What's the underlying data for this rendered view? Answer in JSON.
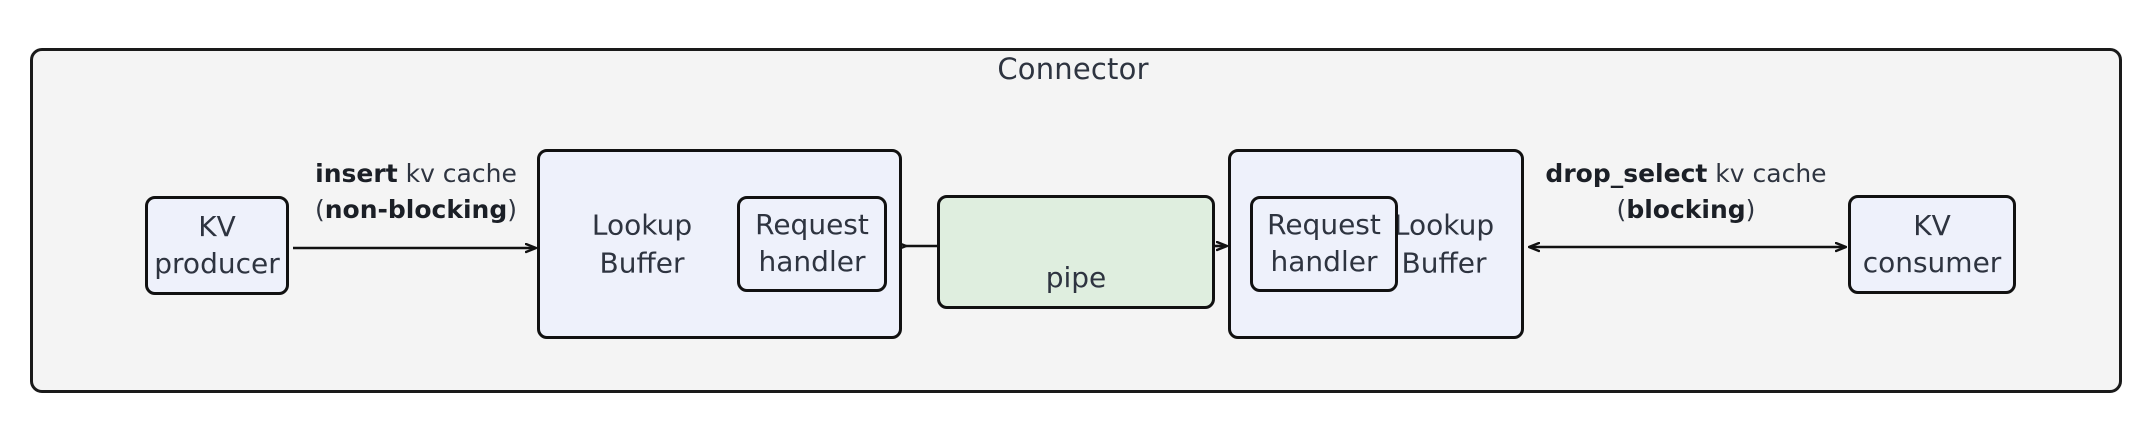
{
  "diagram": {
    "title": "Connector",
    "type": "architecture-block-diagram",
    "colors": {
      "container_fill": "#f4f4f4",
      "node_fill": "#eef1fb",
      "pipe_fill": "#dfeedf",
      "stroke": "#111111",
      "text": "#2e3440"
    },
    "nodes": {
      "kv_producer": {
        "line1": "KV",
        "line2": "producer"
      },
      "kv_consumer": {
        "line1": "KV",
        "line2": "consumer"
      },
      "buffer_left": {
        "line1": "Lookup",
        "line2": "Buffer"
      },
      "buffer_right": {
        "line1": "Lookup",
        "line2": "Buffer"
      },
      "handler_left": {
        "line1": "Request",
        "line2": "handler"
      },
      "handler_right": {
        "line1": "Request",
        "line2": "handler"
      },
      "pipe": {
        "label": "pipe"
      }
    },
    "edges": {
      "insert": {
        "op": "insert",
        "rest": " kv cache",
        "mode_open": "(",
        "mode": "non-blocking",
        "mode_close": ")",
        "direction": "right"
      },
      "drop_select": {
        "op": "drop_select",
        "rest": " kv cache",
        "mode_open": "(",
        "mode": "blocking",
        "mode_close": ")",
        "direction": "bidirectional"
      },
      "pipe_left": {
        "direction": "left"
      },
      "pipe_right": {
        "direction": "right"
      }
    }
  }
}
